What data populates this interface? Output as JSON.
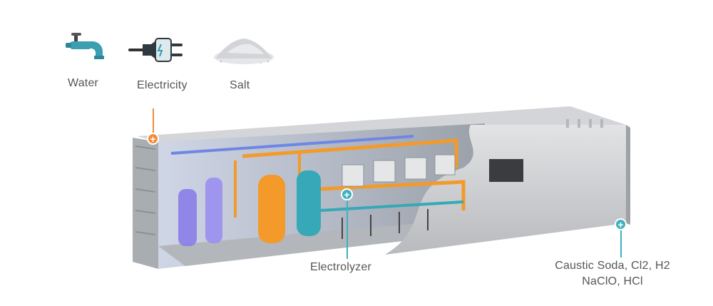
{
  "inputs": {
    "water": "Water",
    "electricity": "Electricity",
    "salt": "Salt"
  },
  "callouts": {
    "electrolyzer": "Electrolyzer",
    "outputs_line1": "Caustic Soda, Cl2, H2",
    "outputs_line2": "NaClO, HCl"
  },
  "colors": {
    "input_marker": "#f28c3a",
    "output_marker": "#3fb0bd",
    "label_text": "#555555",
    "container_gray": "#bfc1c4",
    "pipe_orange": "#f39a2b",
    "tank_blue": "#36a8b8",
    "tower_purple": "#8a7de8"
  },
  "icons": [
    "water-tap-icon",
    "electric-plug-icon",
    "salt-pile-icon"
  ]
}
